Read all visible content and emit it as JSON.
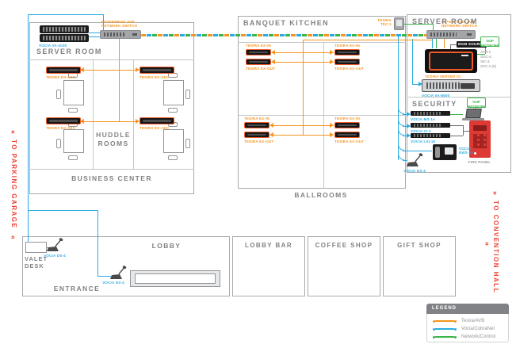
{
  "labels": {
    "server_room": "SERVER ROOM",
    "business_center": "BUSINESS CENTER",
    "huddle_rooms": "HUDDLE ROOMS",
    "banquet_kitchen": "BANQUET KITCHEN",
    "ballrooms": "BALLROOMS",
    "security": "SECURITY",
    "lobby": "LOBBY",
    "lobby_bar": "LOBBY BAR",
    "coffee_shop": "COFFEE SHOP",
    "gift_shop": "GIFT SHOP",
    "entrance": "ENTRANCE",
    "valet_desk": "VALET DESK",
    "fire_panel": "FIRE PANEL",
    "bgm_source": "BGM SOURCE",
    "voip_network": "VoIP NETWORK",
    "enterprise_switch": "ENTERPRISE AVB NETWORK SWITCH",
    "to_parking_garage": "TO PARKING GARAGE",
    "to_convention_hall": "TO CONVENTION HALL",
    "chevron_left": "«",
    "chevron_right": "»"
  },
  "devices": {
    "va4030": "VOCIA VA-4030",
    "va8600": "VOCIA VA-8600",
    "server_io": "TESIRA SERVER IO",
    "server_io_cards": [
      "AVB-1",
      "SOC-4",
      "SIC-4",
      "SVC-2 (2)"
    ],
    "ms1e": "VOCIA MS-1e",
    "ci1": "VOCIA CI-1",
    "lsi16": "VOCIA LSI-16",
    "ews10": "VOCIA EWS-10",
    "ds4": "VOCIA DS-4",
    "tec1": "TESIRA TEC-1",
    "ex_in": "TESIRA EX-IN",
    "ex_out": "TESIRA EX-OUT",
    "ex_aec": "TESIRA EX-AEC"
  },
  "legend": {
    "title": "LEGEND",
    "items": [
      {
        "label": "Tesira/AVB",
        "color": "#F7941E"
      },
      {
        "label": "Vocia/CobraNet",
        "color": "#29ABE2"
      },
      {
        "label": "Network/Control",
        "color": "#39B54A"
      }
    ]
  },
  "colors": {
    "tesira_avb": "#F7941E",
    "vocia_cobranet": "#29ABE2",
    "network_control": "#39B54A",
    "direction_text": "#EF4136",
    "room_label": "#808285"
  }
}
